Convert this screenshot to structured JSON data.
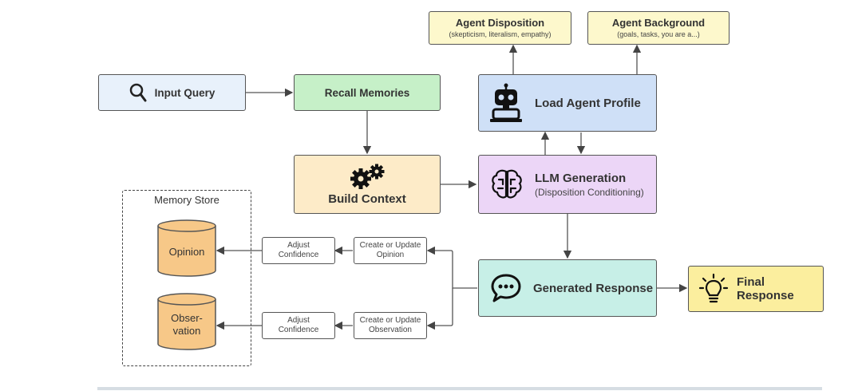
{
  "nodes": {
    "input_query": "Input Query",
    "recall_memories": "Recall Memories",
    "build_context": "Build Context",
    "agent_disposition": {
      "title": "Agent Disposition",
      "subtitle": "(skepticism, literalism, empathy)"
    },
    "agent_background": {
      "title": "Agent Background",
      "subtitle": "(goals, tasks, you are a...)"
    },
    "load_agent_profile": "Load Agent Profile",
    "llm_generation": {
      "title": "LLM Generation",
      "subtitle": "(Disposition Conditioning)"
    },
    "generated_response": "Generated Response",
    "final_response": {
      "line1": "Final",
      "line2": "Response"
    },
    "memory_store": "Memory Store",
    "opinion": "Opinion",
    "observation": {
      "line1": "Obser-",
      "line2": "vation"
    },
    "adjust_conf_1": {
      "line1": "Adjust",
      "line2": "Confidence"
    },
    "adjust_conf_2": {
      "line1": "Adjust",
      "line2": "Confidence"
    },
    "create_update_opinion": {
      "line1": "Create or Update",
      "line2": "Opinion"
    },
    "create_update_observation": {
      "line1": "Create or Update",
      "line2": "Observation"
    }
  },
  "colors": {
    "input_query": "#e8f1fb",
    "recall_memories": "#c6f0c8",
    "build_context": "#fdebc8",
    "agent_yellow": "#fdf8cc",
    "load_agent_profile": "#cfe0f7",
    "llm_generation": "#ecd6f7",
    "generated_response": "#c7efe7",
    "final_response": "#fbee9e",
    "cylinder": "#f7c888"
  },
  "icons": [
    "search-icon",
    "gears-icon",
    "robot-icon",
    "brain-icon",
    "chat-bubble-icon",
    "lightbulb-icon"
  ]
}
